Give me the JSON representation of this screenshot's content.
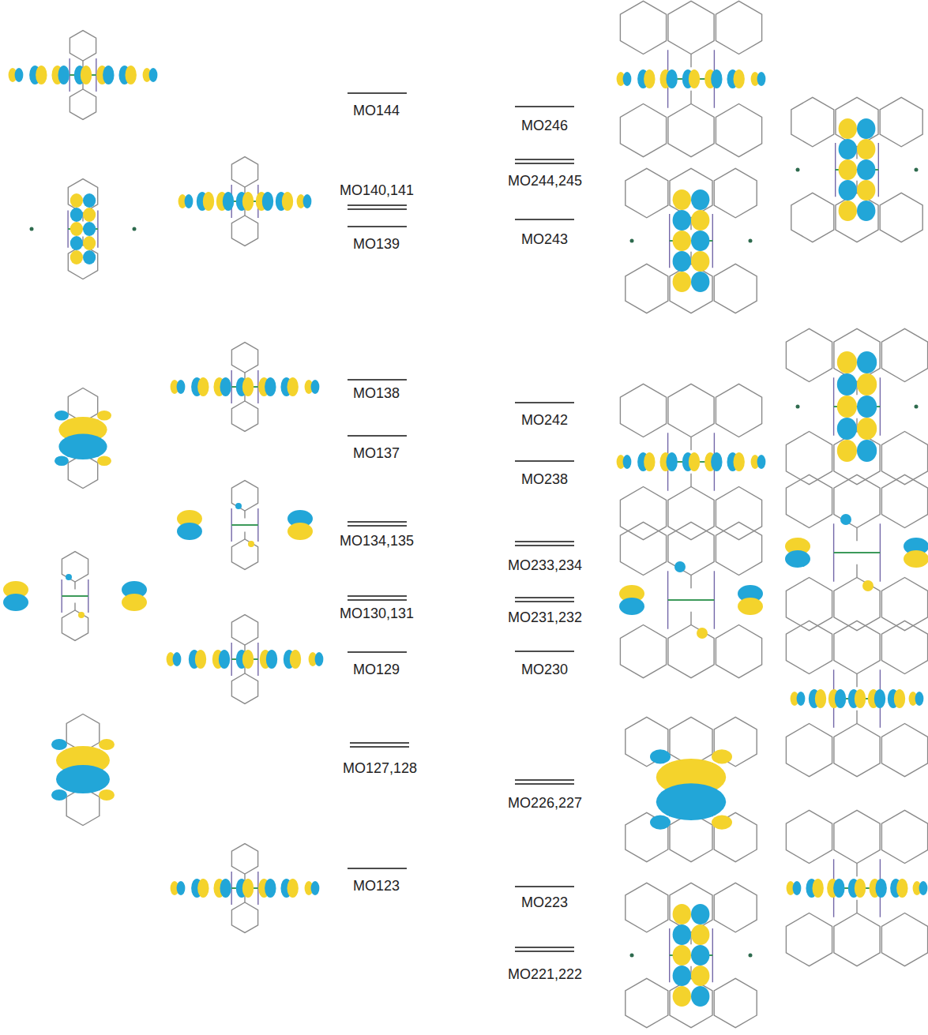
{
  "diagram": {
    "labels": [
      "MO144",
      "MO246",
      "MO140,141",
      "MO244,245",
      "MO139",
      "MO243",
      "MO138",
      "MO242",
      "MO137",
      "MO238",
      "MO134,135",
      "MO233,234",
      "MO130,131",
      "MO231,232",
      "MO129",
      "MO230",
      "MO127,128",
      "MO226,227",
      "MO123",
      "MO223",
      "MO221,222"
    ]
  }
}
